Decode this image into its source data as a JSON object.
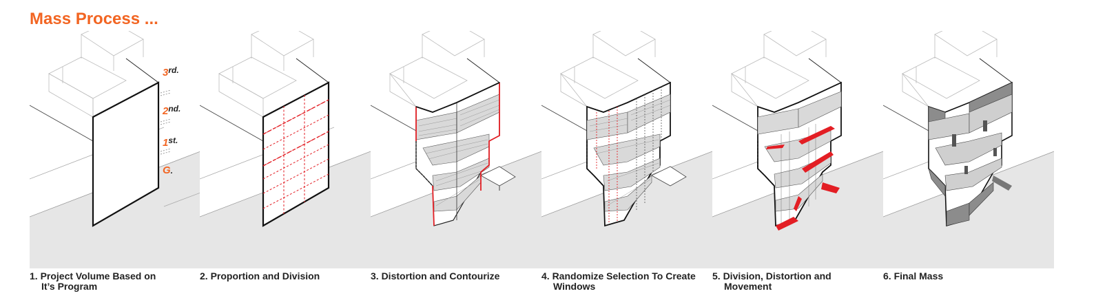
{
  "title": "Mass Process ...",
  "accent_color": "#f26522",
  "highlight_color": "#e31e24",
  "panels": [
    {
      "caption_line1": "1. Project Volume Based on",
      "caption_line2": "It’s Program"
    },
    {
      "caption_line1": "2. Proportion and Division",
      "caption_line2": ""
    },
    {
      "caption_line1": "3. Distortion and Contourize",
      "caption_line2": ""
    },
    {
      "caption_line1": "4. Randomize Selection To Create",
      "caption_line2": "Windows"
    },
    {
      "caption_line1": "5. Division, Distortion and",
      "caption_line2": "Movement"
    },
    {
      "caption_line1": "6. Final Mass",
      "caption_line2": ""
    }
  ],
  "floor_labels": [
    {
      "num": "3",
      "suffix": "rd."
    },
    {
      "num": "2",
      "suffix": "nd."
    },
    {
      "num": "1",
      "suffix": "st."
    },
    {
      "num": "G",
      "suffix": "."
    }
  ]
}
